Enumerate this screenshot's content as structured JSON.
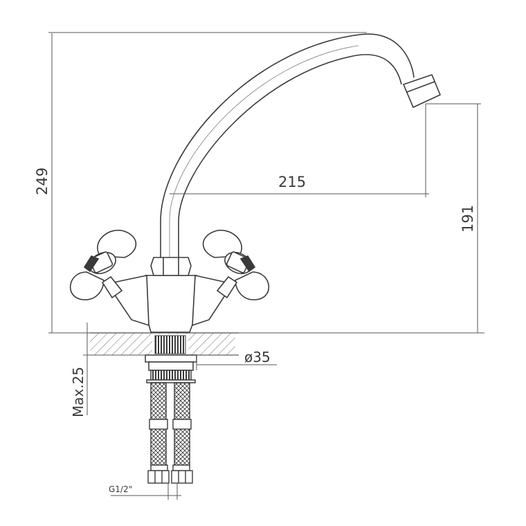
{
  "dimensions": {
    "height_total": "249",
    "spout_reach": "215",
    "spout_height": "191",
    "base_diameter": "ø35",
    "max_thickness": "Max.25",
    "connection": "G1/2\""
  },
  "colors": {
    "line": "#3a3a3a",
    "dim_line": "#555555",
    "hatch": "#6a6a6a",
    "background": "#ffffff"
  }
}
